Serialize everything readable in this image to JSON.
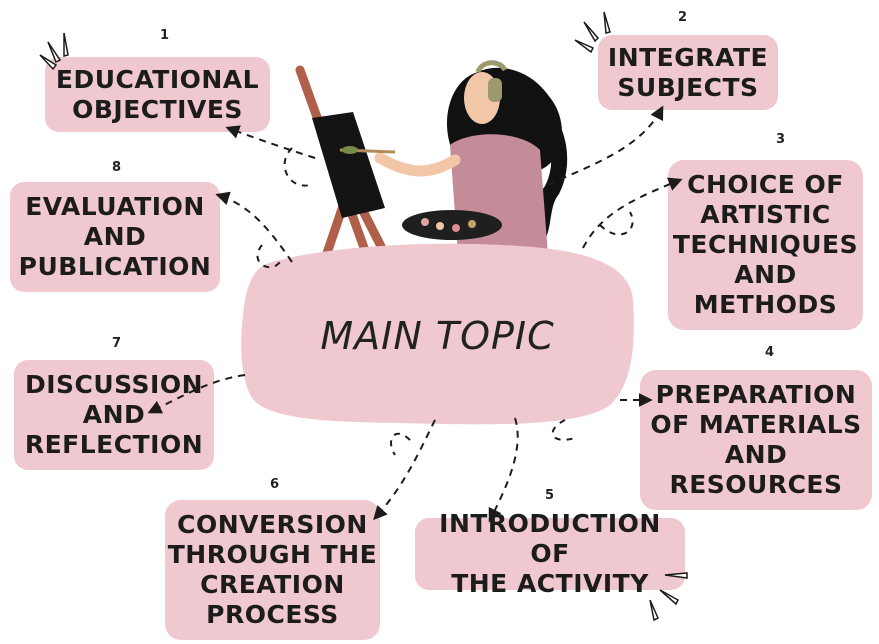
{
  "colors": {
    "pink": "#f0c8cf",
    "dark": "#1c1c1c",
    "shirt": "#c48c98",
    "hair": "#111111",
    "skin": "#f2c7a8",
    "easel": "#b0604a"
  },
  "main_topic": "MAIN TOPIC",
  "nodes": [
    {
      "id": "n1",
      "number": "1",
      "label": "EDUCATIONAL\nOBJECTIVES"
    },
    {
      "id": "n2",
      "number": "2",
      "label": "INTEGRATE\nSUBJECTS"
    },
    {
      "id": "n3",
      "number": "3",
      "label": "CHOICE OF\nARTISTIC\nTECHNIQUES\nAND\nMETHODS"
    },
    {
      "id": "n4",
      "number": "4",
      "label": "PREPARATION\nOF MATERIALS\nAND\nRESOURCES"
    },
    {
      "id": "n5",
      "number": "5",
      "label": "INTRODUCTION OF\nTHE ACTIVITY"
    },
    {
      "id": "n6",
      "number": "6",
      "label": "CONVERSION\nTHROUGH THE\nCREATION\nPROCESS"
    },
    {
      "id": "n7",
      "number": "7",
      "label": "DISCUSSION\nAND\nREFLECTION"
    },
    {
      "id": "n8",
      "number": "8",
      "label": "EVALUATION\nAND\nPUBLICATION"
    }
  ],
  "icons": [
    "painter-illustration",
    "sparkle-icon"
  ]
}
